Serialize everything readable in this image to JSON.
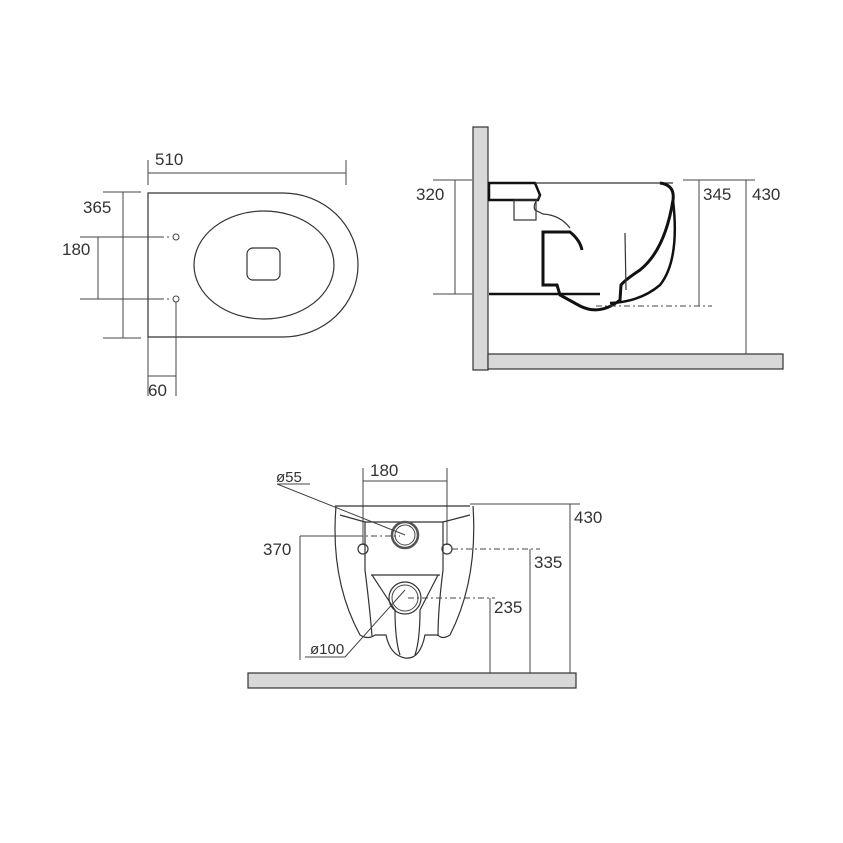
{
  "drawing": {
    "top_view": {
      "width_label": "510",
      "depth_label": "365",
      "fixing_spacing_label": "180",
      "fixing_offset_label": "60"
    },
    "side_view": {
      "fixing_height_label": "320",
      "outlet_height_label": "345",
      "rim_height_label": "430"
    },
    "rear_view": {
      "inlet_diameter_label": "ø55",
      "fixing_spacing_label": "180",
      "rim_height_label": "430",
      "inlet_height_label": "370",
      "fixing_height_label": "335",
      "outlet_height_label": "235",
      "outlet_diameter_label": "ø100"
    },
    "colors": {
      "line": "#333333",
      "wall_fill": "#d8d8d8",
      "background": "#ffffff"
    }
  }
}
